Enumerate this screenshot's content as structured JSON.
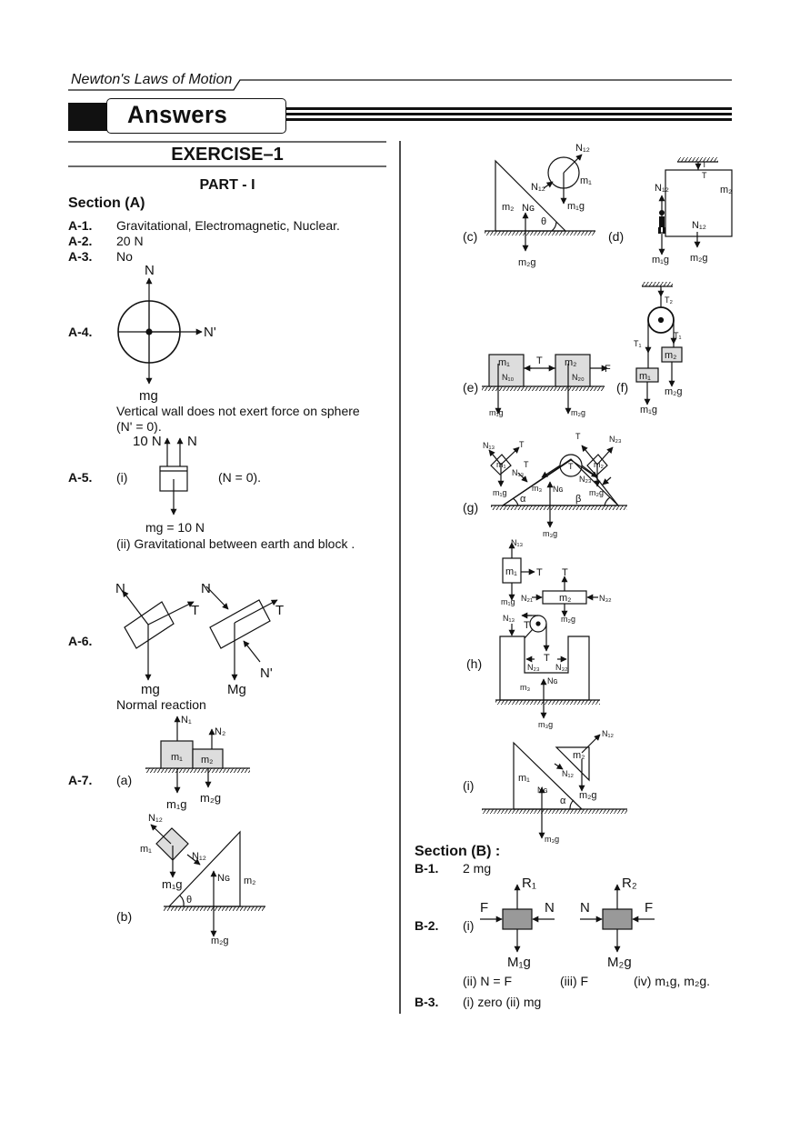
{
  "header": {
    "chapter": "Newton's Laws of Motion",
    "banner": "Answers"
  },
  "exercise": {
    "title": "EXERCISE–1",
    "part": "PART - I"
  },
  "sectionA": {
    "title": "Section (A)",
    "a1": {
      "label": "A-1.",
      "text": "Gravitational, Electromagnetic, Nuclear."
    },
    "a2": {
      "label": "A-2.",
      "text": "20 N"
    },
    "a3": {
      "label": "A-3.",
      "text": "No"
    },
    "a4": {
      "label": "A-4.",
      "note1": "Vertical wall does not exert force on sphere",
      "note2": "(N' = 0)."
    },
    "a5": {
      "label": "A-5.",
      "part_i": "(i)",
      "cond": "(N = 0).",
      "mg": "mg = 10 N",
      "part_ii": "(ii) Gravitational between earth and block ."
    },
    "a6": {
      "label": "A-6.",
      "note": "Normal reaction"
    },
    "a7": {
      "label": "A-7.",
      "part_a": "(a)",
      "part_b": "(b)"
    }
  },
  "figures": {
    "a4": [
      "N",
      "N'",
      "mg"
    ],
    "a5": [
      "10 N",
      "N"
    ],
    "a6": [
      "N",
      "T",
      "mg",
      "N",
      "T",
      "Mg",
      "N'"
    ],
    "a7a": [
      "N₁",
      "N₂",
      "m₁",
      "m₂",
      "m₁g",
      "m₂g"
    ],
    "a7b": [
      "N₁₂",
      "m₁",
      "m₁g",
      "N₁₂",
      "Nɢ",
      "m₂",
      "θ",
      "m₂g"
    ],
    "c": {
      "label": "(c)",
      "marks": [
        "N₁₂",
        "m₁",
        "N₁₂",
        "m₁g",
        "m₂",
        "Nɢ",
        "θ",
        "m₂g"
      ]
    },
    "d": {
      "label": "(d)",
      "marks": [
        "T",
        "T",
        "N₁₂",
        "m₂",
        "N₁₂",
        "m₁g",
        "m₂g"
      ]
    },
    "e": {
      "label": "(e)",
      "marks": [
        "m₁",
        "N₁₀",
        "T",
        "m₂",
        "N₂₀",
        "F",
        "m₁g",
        "m₂g"
      ]
    },
    "f": {
      "label": "(f)",
      "marks": [
        "T₂",
        "T₁",
        "T₁",
        "m₂",
        "m₁",
        "m₂g",
        "m₁g"
      ]
    },
    "g": {
      "label": "(g)",
      "marks": [
        "N₁₃",
        "T",
        "m₁",
        "m₁g",
        "T",
        "N₁₃",
        "m₃",
        "Nɢ",
        "α",
        "T",
        "N₂₃",
        "β",
        "T",
        "N₂₃",
        "m₂",
        "m₂g",
        "m₃g"
      ]
    },
    "h": {
      "label": "(h)",
      "marks": [
        "N₁₃",
        "m₁",
        "T",
        "m₁g",
        "T",
        "N₂₁",
        "m₂",
        "N₃₂",
        "m₂g",
        "N₁₃",
        "T",
        "T",
        "N₂₃",
        "N₃₂",
        "m₃",
        "Nɢ",
        "m₃g"
      ]
    },
    "i": {
      "label": "(i)",
      "marks": [
        "N₁₂",
        "m₂",
        "N₁₂",
        "m₁",
        "Nɢ",
        "α",
        "m₂g",
        "m₃g"
      ]
    },
    "b2": [
      "R₁",
      "F",
      "N",
      "M₁g",
      "R₂",
      "N",
      "F",
      "M₂g"
    ]
  },
  "sectionB": {
    "title": "Section (B) :",
    "b1": {
      "label": "B-1.",
      "text": "2 mg"
    },
    "b2": {
      "label": "B-2.",
      "part_i": "(i)",
      "part_ii": "(ii) N = F",
      "part_iii": "(iii) F",
      "part_iv": "(iv) m₁g, m₂g."
    },
    "b3": {
      "label": "B-3.",
      "text": "(i) zero  (ii) mg"
    }
  }
}
